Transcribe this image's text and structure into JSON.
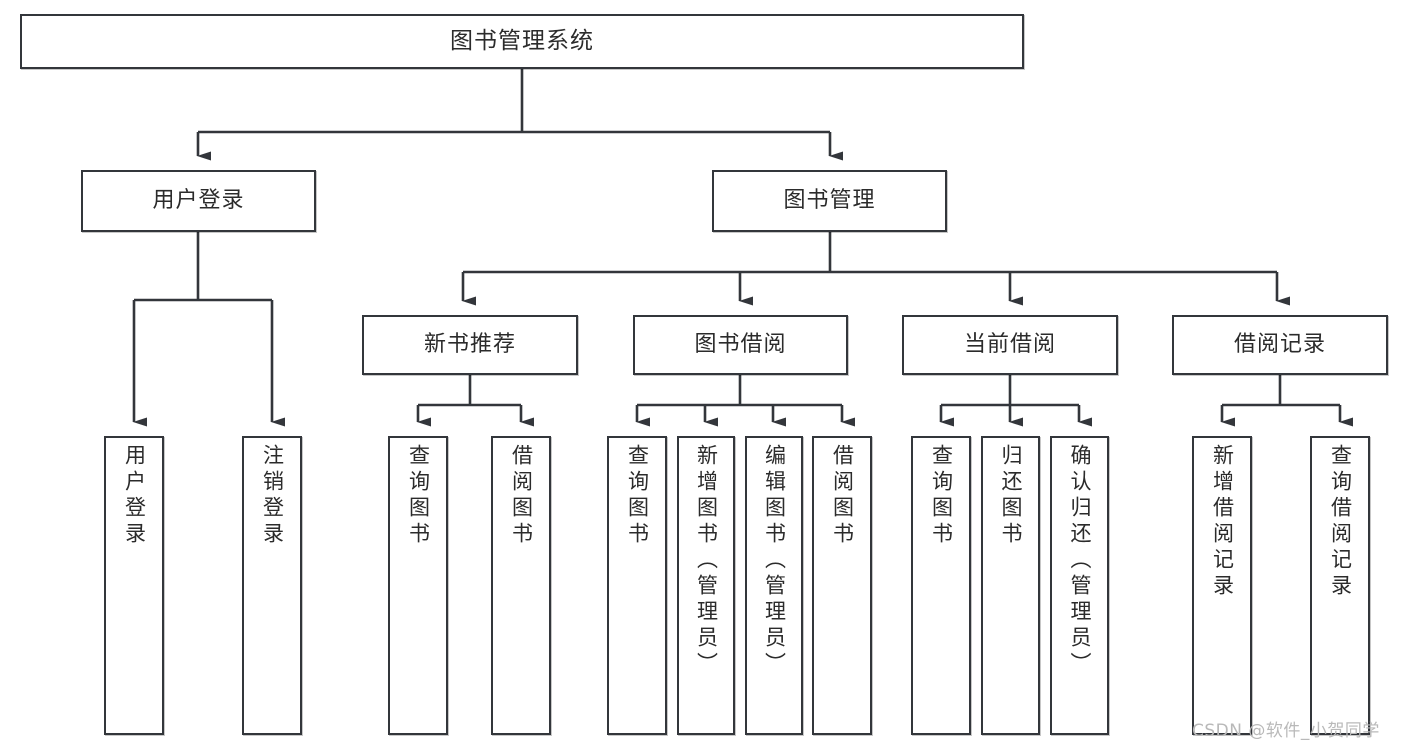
{
  "diagram": {
    "title": "图书管理系统",
    "type": "tree-hierarchy-chart",
    "line_color": "#33363b",
    "box_fill": "#ffffff",
    "text_color": "#2b2b2b"
  },
  "nodes": {
    "root": {
      "label": "图书管理系统"
    },
    "level2": [
      {
        "label": "用户登录"
      },
      {
        "label": "图书管理"
      }
    ],
    "level3": [
      {
        "label": "新书推荐"
      },
      {
        "label": "图书借阅"
      },
      {
        "label": "当前借阅"
      },
      {
        "label": "借阅记录"
      }
    ],
    "leaves": {
      "user_login": [
        {
          "label": "用户登录"
        },
        {
          "label": "注销登录"
        }
      ],
      "new_book": [
        {
          "label": "查询图书"
        },
        {
          "label": "借阅图书"
        }
      ],
      "book_borrow": [
        {
          "label": "查询图书"
        },
        {
          "label": "新增图书（管理员）"
        },
        {
          "label": "编辑图书（管理员）"
        },
        {
          "label": "借阅图书"
        }
      ],
      "current_borrow": [
        {
          "label": "查询图书"
        },
        {
          "label": "归还图书"
        },
        {
          "label": "确认归还（管理员）"
        }
      ],
      "borrow_record": [
        {
          "label": "新增借阅记录"
        },
        {
          "label": "查询借阅记录"
        }
      ]
    }
  },
  "watermark": {
    "text": "CSDN @软件_小贺同学"
  }
}
